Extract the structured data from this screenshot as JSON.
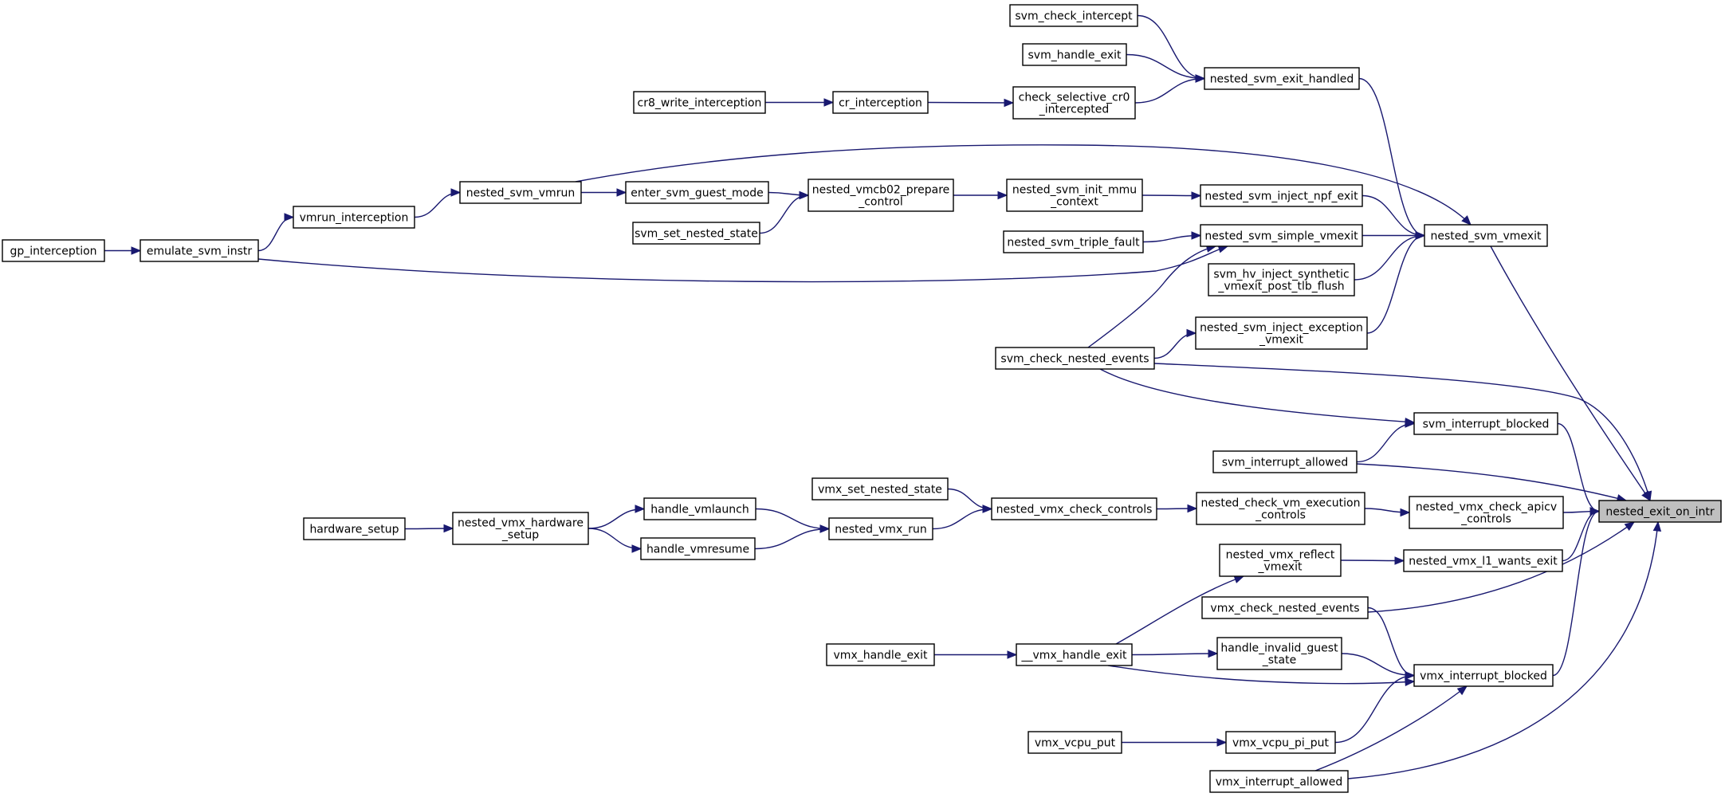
{
  "graph": {
    "edge_color": "#191970",
    "root_fill": "#bfbfbf",
    "nodes": [
      {
        "id": "nested_exit_on_intr",
        "lines": [
          "nested_exit_on_intr"
        ],
        "root": true
      },
      {
        "id": "nested_svm_vmexit",
        "lines": [
          "nested_svm_vmexit"
        ]
      },
      {
        "id": "svm_check_nested_events",
        "lines": [
          "svm_check_nested_events"
        ]
      },
      {
        "id": "svm_interrupt_blocked",
        "lines": [
          "svm_interrupt_blocked"
        ]
      },
      {
        "id": "svm_interrupt_allowed",
        "lines": [
          "svm_interrupt_allowed"
        ]
      },
      {
        "id": "nested_vmx_check_apicv_controls",
        "lines": [
          "nested_vmx_check_apicv",
          "_controls"
        ]
      },
      {
        "id": "nested_vmx_l1_wants_exit",
        "lines": [
          "nested_vmx_l1_wants_exit"
        ]
      },
      {
        "id": "vmx_check_nested_events",
        "lines": [
          "vmx_check_nested_events"
        ]
      },
      {
        "id": "vmx_interrupt_blocked",
        "lines": [
          "vmx_interrupt_blocked"
        ]
      },
      {
        "id": "vmx_interrupt_allowed",
        "lines": [
          "vmx_interrupt_allowed"
        ]
      },
      {
        "id": "nested_svm_exit_handled",
        "lines": [
          "nested_svm_exit_handled"
        ]
      },
      {
        "id": "svm_check_intercept",
        "lines": [
          "svm_check_intercept"
        ]
      },
      {
        "id": "svm_handle_exit",
        "lines": [
          "svm_handle_exit"
        ]
      },
      {
        "id": "check_selective_cr0_intercepted",
        "lines": [
          "check_selective_cr0",
          "_intercepted"
        ]
      },
      {
        "id": "cr_interception",
        "lines": [
          "cr_interception"
        ]
      },
      {
        "id": "cr8_write_interception",
        "lines": [
          "cr8_write_interception"
        ]
      },
      {
        "id": "nested_svm_vmrun",
        "lines": [
          "nested_svm_vmrun"
        ]
      },
      {
        "id": "vmrun_interception",
        "lines": [
          "vmrun_interception"
        ]
      },
      {
        "id": "emulate_svm_instr",
        "lines": [
          "emulate_svm_instr"
        ]
      },
      {
        "id": "gp_interception",
        "lines": [
          "gp_interception"
        ]
      },
      {
        "id": "nested_svm_inject_npf_exit",
        "lines": [
          "nested_svm_inject_npf_exit"
        ]
      },
      {
        "id": "nested_svm_init_mmu_context",
        "lines": [
          "nested_svm_init_mmu",
          "_context"
        ]
      },
      {
        "id": "nested_vmcb02_prepare_control",
        "lines": [
          "nested_vmcb02_prepare",
          "_control"
        ]
      },
      {
        "id": "enter_svm_guest_mode",
        "lines": [
          "enter_svm_guest_mode"
        ]
      },
      {
        "id": "svm_set_nested_state",
        "lines": [
          "svm_set_nested_state"
        ]
      },
      {
        "id": "nested_svm_simple_vmexit",
        "lines": [
          "nested_svm_simple_vmexit"
        ]
      },
      {
        "id": "nested_svm_triple_fault",
        "lines": [
          "nested_svm_triple_fault"
        ]
      },
      {
        "id": "svm_hv_inject_synthetic_vmexit_post_tlb_flush",
        "lines": [
          "svm_hv_inject_synthetic",
          "_vmexit_post_tlb_flush"
        ]
      },
      {
        "id": "nested_svm_inject_exception_vmexit",
        "lines": [
          "nested_svm_inject_exception",
          "_vmexit"
        ]
      },
      {
        "id": "nested_check_vm_execution_controls",
        "lines": [
          "nested_check_vm_execution",
          "_controls"
        ]
      },
      {
        "id": "nested_vmx_check_controls",
        "lines": [
          "nested_vmx_check_controls"
        ]
      },
      {
        "id": "vmx_set_nested_state",
        "lines": [
          "vmx_set_nested_state"
        ]
      },
      {
        "id": "nested_vmx_run",
        "lines": [
          "nested_vmx_run"
        ]
      },
      {
        "id": "handle_vmlaunch",
        "lines": [
          "handle_vmlaunch"
        ]
      },
      {
        "id": "handle_vmresume",
        "lines": [
          "handle_vmresume"
        ]
      },
      {
        "id": "nested_vmx_hardware_setup",
        "lines": [
          "nested_vmx_hardware",
          "_setup"
        ]
      },
      {
        "id": "hardware_setup",
        "lines": [
          "hardware_setup"
        ]
      },
      {
        "id": "nested_vmx_reflect_vmexit",
        "lines": [
          "nested_vmx_reflect",
          "_vmexit"
        ]
      },
      {
        "id": "__vmx_handle_exit",
        "lines": [
          "__vmx_handle_exit"
        ]
      },
      {
        "id": "vmx_handle_exit",
        "lines": [
          "vmx_handle_exit"
        ]
      },
      {
        "id": "handle_invalid_guest_state",
        "lines": [
          "handle_invalid_guest",
          "_state"
        ]
      },
      {
        "id": "vmx_vcpu_pi_put",
        "lines": [
          "vmx_vcpu_pi_put"
        ]
      },
      {
        "id": "vmx_vcpu_put",
        "lines": [
          "vmx_vcpu_put"
        ]
      }
    ],
    "edges": [
      {
        "from": "nested_svm_vmexit",
        "to": "nested_exit_on_intr"
      },
      {
        "from": "svm_check_nested_events",
        "to": "nested_exit_on_intr"
      },
      {
        "from": "svm_interrupt_blocked",
        "to": "nested_exit_on_intr"
      },
      {
        "from": "svm_interrupt_allowed",
        "to": "nested_exit_on_intr"
      },
      {
        "from": "nested_vmx_check_apicv_controls",
        "to": "nested_exit_on_intr"
      },
      {
        "from": "nested_vmx_l1_wants_exit",
        "to": "nested_exit_on_intr"
      },
      {
        "from": "vmx_check_nested_events",
        "to": "nested_exit_on_intr"
      },
      {
        "from": "vmx_interrupt_blocked",
        "to": "nested_exit_on_intr"
      },
      {
        "from": "vmx_interrupt_allowed",
        "to": "nested_exit_on_intr"
      },
      {
        "from": "nested_svm_exit_handled",
        "to": "nested_svm_vmexit"
      },
      {
        "from": "nested_svm_vmrun",
        "to": "nested_svm_vmexit"
      },
      {
        "from": "nested_svm_inject_npf_exit",
        "to": "nested_svm_vmexit"
      },
      {
        "from": "nested_svm_simple_vmexit",
        "to": "nested_svm_vmexit"
      },
      {
        "from": "svm_hv_inject_synthetic_vmexit_post_tlb_flush",
        "to": "nested_svm_vmexit"
      },
      {
        "from": "nested_svm_inject_exception_vmexit",
        "to": "nested_svm_vmexit"
      },
      {
        "from": "svm_check_intercept",
        "to": "nested_svm_exit_handled"
      },
      {
        "from": "svm_handle_exit",
        "to": "nested_svm_exit_handled"
      },
      {
        "from": "check_selective_cr0_intercepted",
        "to": "nested_svm_exit_handled"
      },
      {
        "from": "cr_interception",
        "to": "check_selective_cr0_intercepted"
      },
      {
        "from": "cr8_write_interception",
        "to": "cr_interception"
      },
      {
        "from": "vmrun_interception",
        "to": "nested_svm_vmrun"
      },
      {
        "from": "emulate_svm_instr",
        "to": "vmrun_interception"
      },
      {
        "from": "gp_interception",
        "to": "emulate_svm_instr"
      },
      {
        "from": "nested_svm_init_mmu_context",
        "to": "nested_svm_inject_npf_exit"
      },
      {
        "from": "nested_vmcb02_prepare_control",
        "to": "nested_svm_init_mmu_context"
      },
      {
        "from": "enter_svm_guest_mode",
        "to": "nested_vmcb02_prepare_control"
      },
      {
        "from": "svm_set_nested_state",
        "to": "nested_vmcb02_prepare_control"
      },
      {
        "from": "nested_svm_vmrun",
        "to": "enter_svm_guest_mode"
      },
      {
        "from": "nested_svm_triple_fault",
        "to": "nested_svm_simple_vmexit"
      },
      {
        "from": "emulate_svm_instr",
        "to": "nested_svm_simple_vmexit"
      },
      {
        "from": "svm_check_nested_events",
        "to": "nested_svm_simple_vmexit"
      },
      {
        "from": "svm_check_nested_events",
        "to": "nested_svm_inject_exception_vmexit"
      },
      {
        "from": "svm_check_nested_events",
        "to": "svm_interrupt_blocked"
      },
      {
        "from": "svm_interrupt_allowed",
        "to": "svm_interrupt_blocked"
      },
      {
        "from": "nested_check_vm_execution_controls",
        "to": "nested_vmx_check_apicv_controls"
      },
      {
        "from": "nested_vmx_check_controls",
        "to": "nested_check_vm_execution_controls"
      },
      {
        "from": "vmx_set_nested_state",
        "to": "nested_vmx_check_controls"
      },
      {
        "from": "nested_vmx_run",
        "to": "nested_vmx_check_controls"
      },
      {
        "from": "handle_vmlaunch",
        "to": "nested_vmx_run"
      },
      {
        "from": "handle_vmresume",
        "to": "nested_vmx_run"
      },
      {
        "from": "nested_vmx_hardware_setup",
        "to": "handle_vmlaunch"
      },
      {
        "from": "nested_vmx_hardware_setup",
        "to": "handle_vmresume"
      },
      {
        "from": "hardware_setup",
        "to": "nested_vmx_hardware_setup"
      },
      {
        "from": "nested_vmx_reflect_vmexit",
        "to": "nested_vmx_l1_wants_exit"
      },
      {
        "from": "__vmx_handle_exit",
        "to": "nested_vmx_reflect_vmexit"
      },
      {
        "from": "vmx_handle_exit",
        "to": "__vmx_handle_exit"
      },
      {
        "from": "__vmx_handle_exit",
        "to": "handle_invalid_guest_state"
      },
      {
        "from": "vmx_check_nested_events",
        "to": "vmx_interrupt_blocked"
      },
      {
        "from": "handle_invalid_guest_state",
        "to": "vmx_interrupt_blocked"
      },
      {
        "from": "__vmx_handle_exit",
        "to": "vmx_interrupt_blocked"
      },
      {
        "from": "vmx_vcpu_pi_put",
        "to": "vmx_interrupt_blocked"
      },
      {
        "from": "vmx_interrupt_allowed",
        "to": "vmx_interrupt_blocked"
      },
      {
        "from": "vmx_vcpu_put",
        "to": "vmx_vcpu_pi_put"
      }
    ]
  }
}
